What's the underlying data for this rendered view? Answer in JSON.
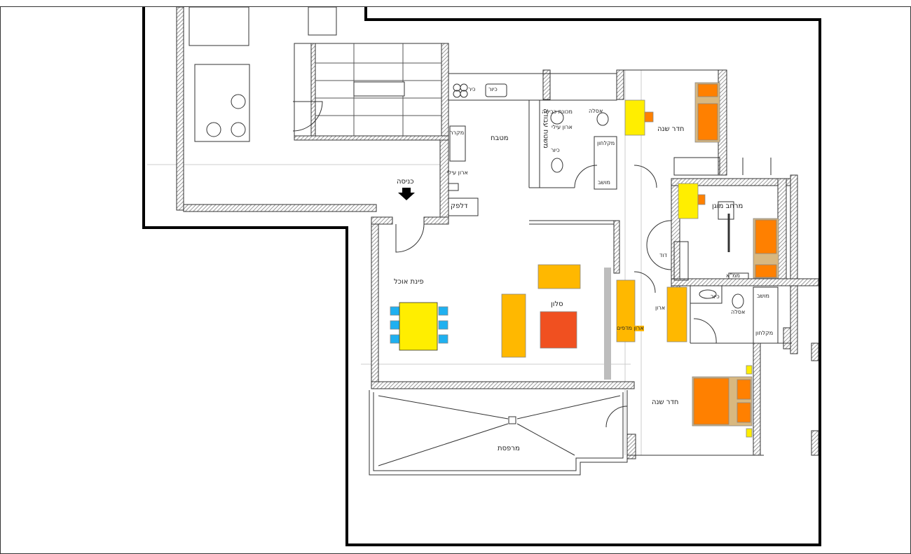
{
  "plan": {
    "rooms": {
      "entrance": "כניסה",
      "kitchen": "מטבח",
      "work_surface": "משטח עבודה",
      "fridge": "מקרר",
      "upper_cabinet_kitchen": "ארון עילי",
      "upper_cabinet_bath": "ארון עילי",
      "counter": "דלפק",
      "sink_kitchen": "כיור",
      "stove": "כיר",
      "dining": "פינת אוכל",
      "living": "סלון",
      "shelf_cabinet": "ארון מדפים",
      "balcony": "מרפסת",
      "bedroom_1": "חדר שנה",
      "bedroom_2": "חדר שנה",
      "safe_room": "מרחב מוגן",
      "washing_machine": "מכונת כביסה",
      "toilet_1": "אסלה",
      "toilet_2": "אסלה",
      "sink_1": "כיור",
      "sink_2": "כיור",
      "shower_1": "מקלחון",
      "shower_2": "מקלחון",
      "seat_1": "מושב",
      "seat_2": "מושב",
      "closet": "ארון",
      "boiler": "דוד",
      "mamad_mark": "ממ\"א"
    },
    "colors": {
      "wall_hatch": "#9a9a9a",
      "yellow": "#ffee00",
      "amber": "#ffb800",
      "orange": "#ff8000",
      "rug": "#f05020",
      "chair": "#1fb0f0",
      "tan": "#d8b880"
    }
  }
}
